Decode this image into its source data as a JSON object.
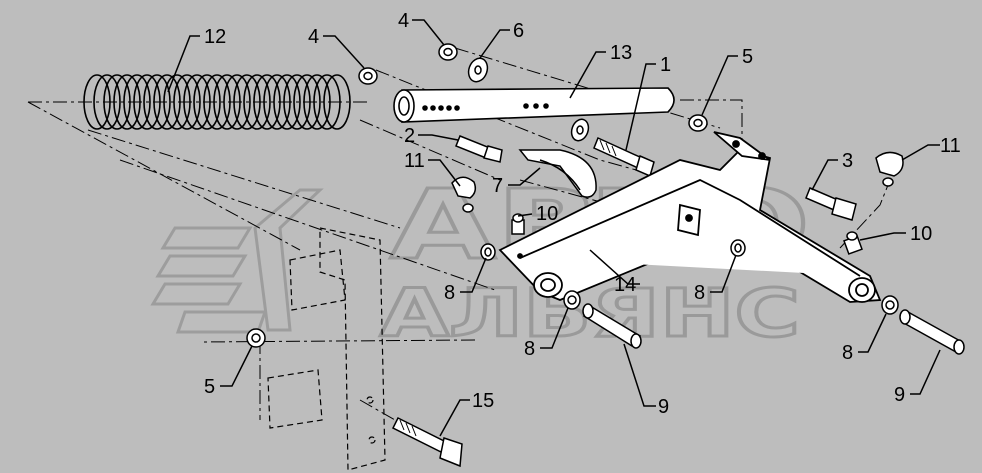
{
  "colors": {
    "background": "#bdbdbd",
    "line": "#000000",
    "watermark": "#9a9a9a"
  },
  "watermark": {
    "line1": "АВТО",
    "line2": "АЛЬЯНС"
  },
  "callouts": [
    {
      "id": "c12",
      "label": "12"
    },
    {
      "id": "c4a",
      "label": "4"
    },
    {
      "id": "c4b",
      "label": "4"
    },
    {
      "id": "c6",
      "label": "6"
    },
    {
      "id": "c13",
      "label": "13"
    },
    {
      "id": "c1",
      "label": "1"
    },
    {
      "id": "c5a",
      "label": "5"
    },
    {
      "id": "c2",
      "label": "2"
    },
    {
      "id": "c11a",
      "label": "11"
    },
    {
      "id": "c7",
      "label": "7"
    },
    {
      "id": "c10a",
      "label": "10"
    },
    {
      "id": "c3",
      "label": "3"
    },
    {
      "id": "c11b",
      "label": "11"
    },
    {
      "id": "c10b",
      "label": "10"
    },
    {
      "id": "c8a",
      "label": "8"
    },
    {
      "id": "c14",
      "label": "14"
    },
    {
      "id": "c8b",
      "label": "8"
    },
    {
      "id": "c8c",
      "label": "8"
    },
    {
      "id": "c8d",
      "label": "8"
    },
    {
      "id": "c9a",
      "label": "9"
    },
    {
      "id": "c9b",
      "label": "9"
    },
    {
      "id": "c5b",
      "label": "5"
    },
    {
      "id": "c15",
      "label": "15"
    }
  ]
}
